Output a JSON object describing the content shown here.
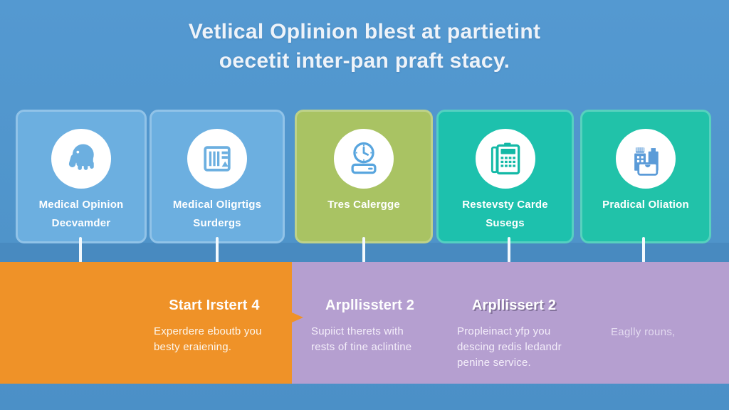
{
  "title": {
    "line1": "Vetlical Oplinion blest at partietint",
    "line2": "oecetit inter-pan praft stacy."
  },
  "cards": [
    {
      "icon": "elephant-icon",
      "line1": "Medical Opinion",
      "line2": "Decvamder"
    },
    {
      "icon": "document-icon",
      "line1": "Medical Oligrtigs",
      "line2": "Surdergs"
    },
    {
      "icon": "clock-icon",
      "line1": "Tres Calergge"
    },
    {
      "icon": "calculator-icon",
      "line1": "Restevsty Carde",
      "line2": "Susegs"
    },
    {
      "icon": "buildings-icon",
      "line1": "Pradical Oliation"
    }
  ],
  "steps": [
    {
      "heading": "Start Irstert 4",
      "lines": [
        "Experdere eboutb you",
        "besty eraiening."
      ]
    },
    {
      "heading": "Arpllisstert 2",
      "lines": [
        "Supiict therets with",
        "rests of tine aclintine"
      ]
    },
    {
      "heading": "Arpllissert 2",
      "lines": [
        "Propleinact yfp you",
        "descing redis ledandr",
        "penine service."
      ]
    },
    {
      "heading": "",
      "lines": [
        "Eaglly rouns,"
      ]
    }
  ],
  "colors": {
    "background": "#4f94ca",
    "card_blue": "#6cafe0",
    "card_green": "#a9c363",
    "card_teal": "#1dc1ad",
    "band_orange": "#ef9228",
    "band_purple": "#b59fd0",
    "connector": "#f3f9fd",
    "text_light": "#f4eefa"
  }
}
